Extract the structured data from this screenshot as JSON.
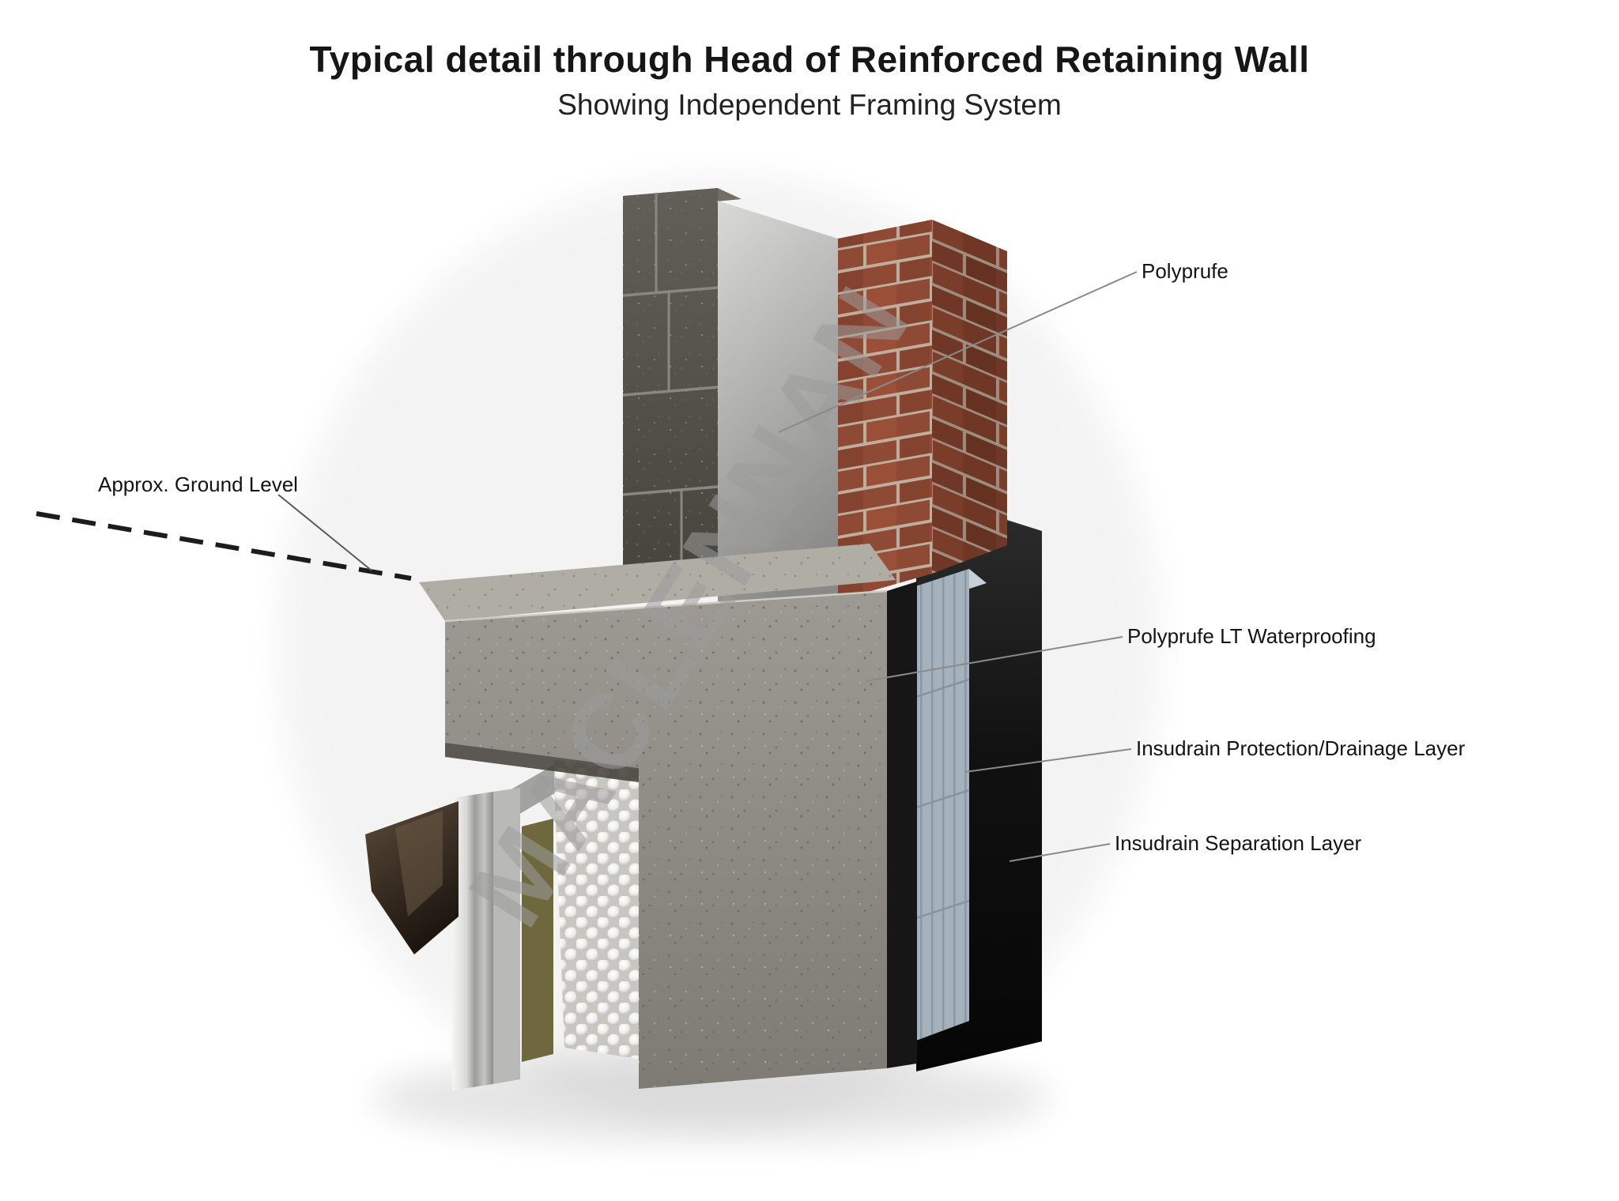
{
  "title": "Typical detail through Head of Reinforced Retaining Wall",
  "subtitle": "Showing Independent Framing System",
  "watermark": "MACLENNAN",
  "labels": {
    "polyprufe": "Polyprufe",
    "ground_level": "Approx. Ground Level",
    "polyprufe_lt": "Polyprufe LT Waterproofing",
    "insudrain_protection": "Insudrain Protection/Drainage Layer",
    "insudrain_separation": "Insudrain Separation Layer"
  },
  "colors": {
    "brick": "#8f4a36",
    "blockwork": "#55524c",
    "render_panel": "#b5b5b3",
    "concrete": "#8e8b84",
    "drainage_panel": "#a5b2bc",
    "membrane_black": "#0d0d0d",
    "metal_flashing": "#c9c9c7",
    "separation_olive": "#6f683f",
    "watermark_gray": "#9c9c9c"
  }
}
